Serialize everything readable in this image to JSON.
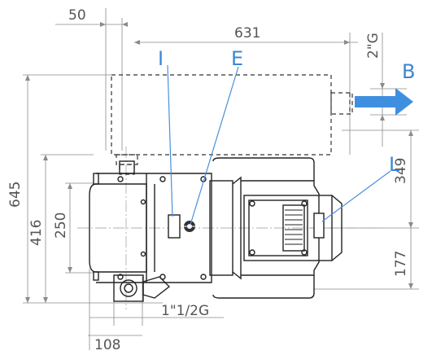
{
  "dimensions": {
    "d50": "50",
    "d631": "631",
    "d2G": "2\"G",
    "d645": "645",
    "d416": "416",
    "d250": "250",
    "d349": "349",
    "d177": "177",
    "d1_1_2G": "1\"1/2G",
    "d108": "108"
  },
  "callouts": {
    "I": "I",
    "E": "E",
    "B": "B",
    "L": "L"
  },
  "colors": {
    "callout": "#3a86d4",
    "arrow": "#3f8fe0",
    "line": "#222222",
    "dimension": "#8a8a8a"
  }
}
